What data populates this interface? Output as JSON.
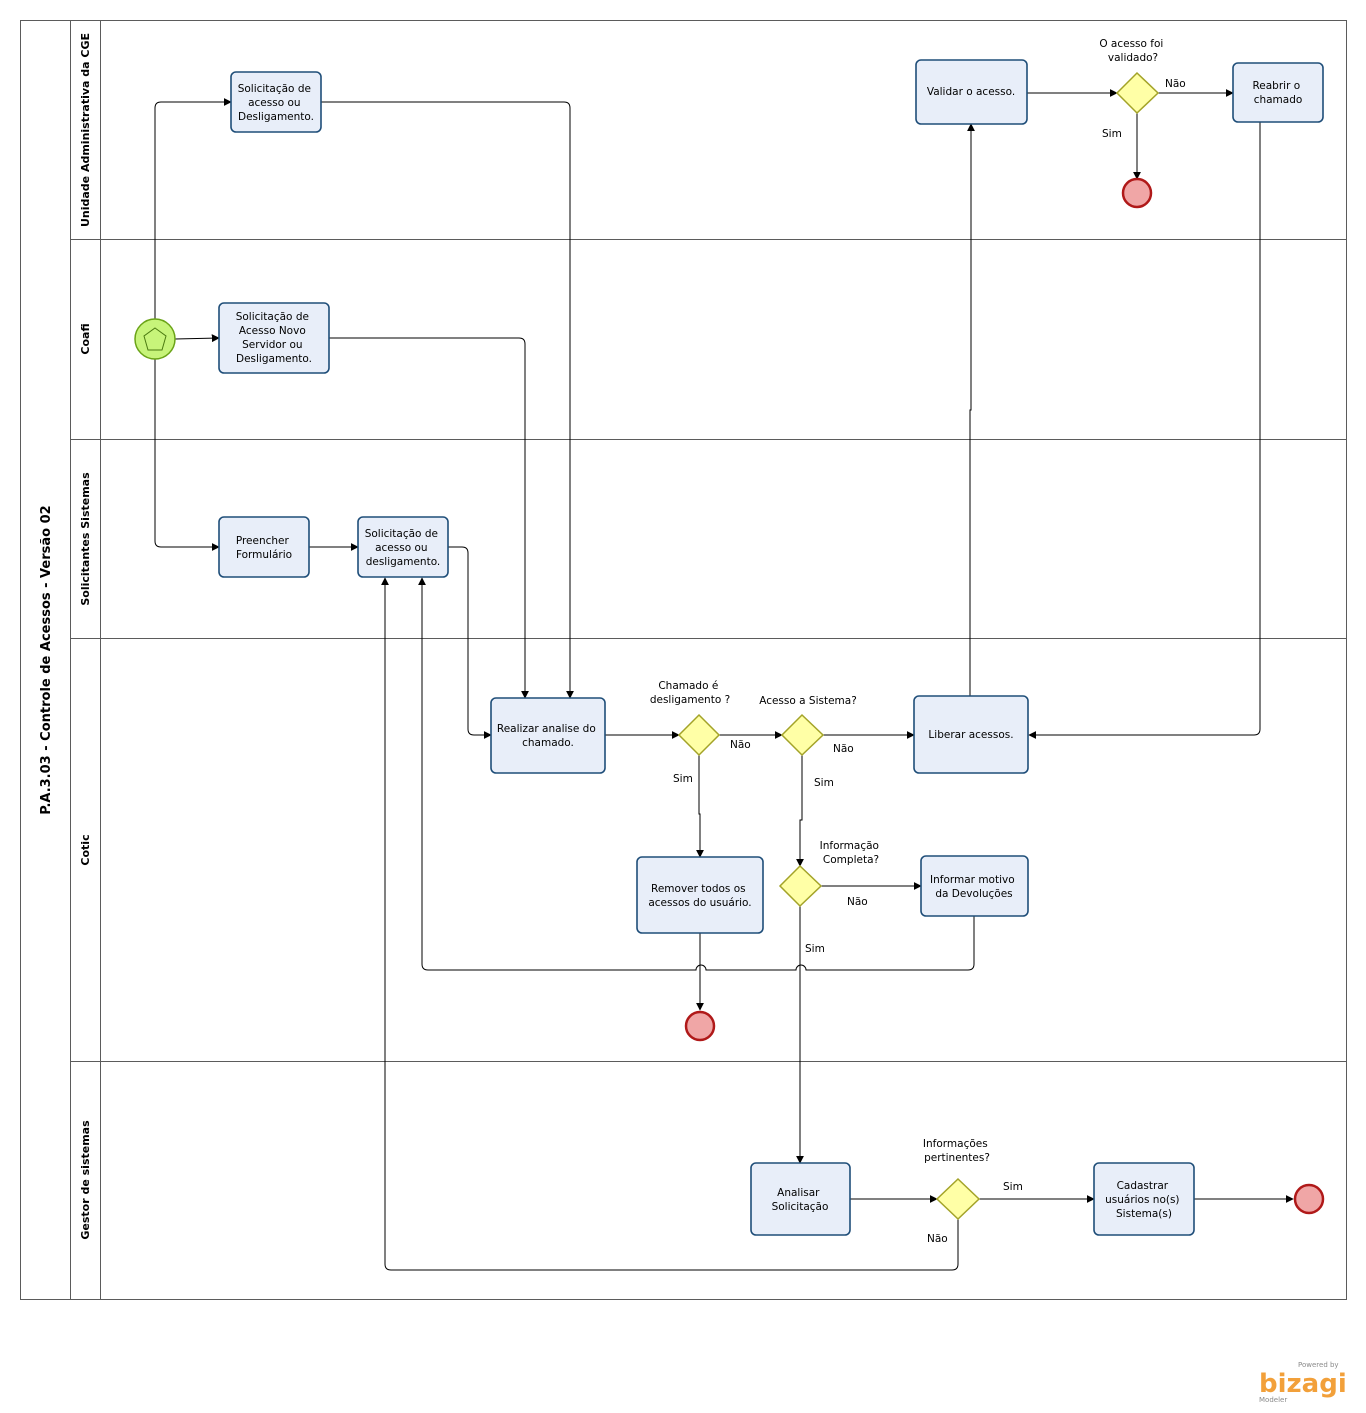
{
  "pool": {
    "title": "P.A.3.03 - Controle de Acessos - Versão 02"
  },
  "lanes": [
    "Unidade Administrativa da CGE",
    "Coafi",
    "Solicitantes Sistemas",
    "Cotic",
    "Gestor de sistemas"
  ],
  "tasks": {
    "t_uacge": [
      "Solicitação de",
      "acesso ou",
      "Desligamento."
    ],
    "t_coafi": [
      "Solicitação de",
      "Acesso Novo",
      "Servidor ou",
      "Desligamento."
    ],
    "t_preencher": [
      "Preencher",
      "Formulário"
    ],
    "t_solic": [
      "Solicitação de",
      "acesso ou",
      "desligamento."
    ],
    "t_analise": [
      "Realizar analise do",
      "chamado."
    ],
    "t_liberar": [
      "Liberar acessos."
    ],
    "t_validar": [
      "Validar o acesso."
    ],
    "t_reabrir": [
      "Reabrir o",
      "chamado"
    ],
    "t_remover": [
      "Remover todos os",
      "acessos do usuário."
    ],
    "t_informar": [
      "Informar motivo",
      "da Devoluções"
    ],
    "t_analisar": [
      "Analisar",
      "Solicitação"
    ],
    "t_cadastrar": [
      "Cadastrar",
      "usuários no(s)",
      "Sistema(s)"
    ]
  },
  "gateways": {
    "g_validado": [
      "O acesso foi",
      "validado?"
    ],
    "g_deslig": [
      "Chamado é",
      "desligamento ?"
    ],
    "g_sistema": [
      "Acesso a Sistema?"
    ],
    "g_info": [
      "Informação",
      "Completa?"
    ],
    "g_pert": [
      "Informações",
      "pertinentes?"
    ]
  },
  "flow_labels": {
    "validado_nao": "Não",
    "validado_sim": "Sim",
    "deslig_nao": "Não",
    "deslig_sim": "Sim",
    "sistema_nao": "Não",
    "sistema_sim": "Sim",
    "info_nao": "Não",
    "info_sim": "Sim",
    "pert_sim": "Sim",
    "pert_nao": "Não"
  },
  "branding": {
    "powered": "Powered by",
    "name": "bizagi",
    "product": "Modeler"
  },
  "colors": {
    "task_fill": "#e8eef9",
    "task_stroke": "#1f4e79",
    "gateway_fill": "#ffffa6",
    "gateway_stroke": "#a3a328",
    "start_fill": "#c7f47a",
    "end_fill": "#f0a6a6",
    "end_stroke": "#b01919",
    "brand": "#f2a03a"
  }
}
